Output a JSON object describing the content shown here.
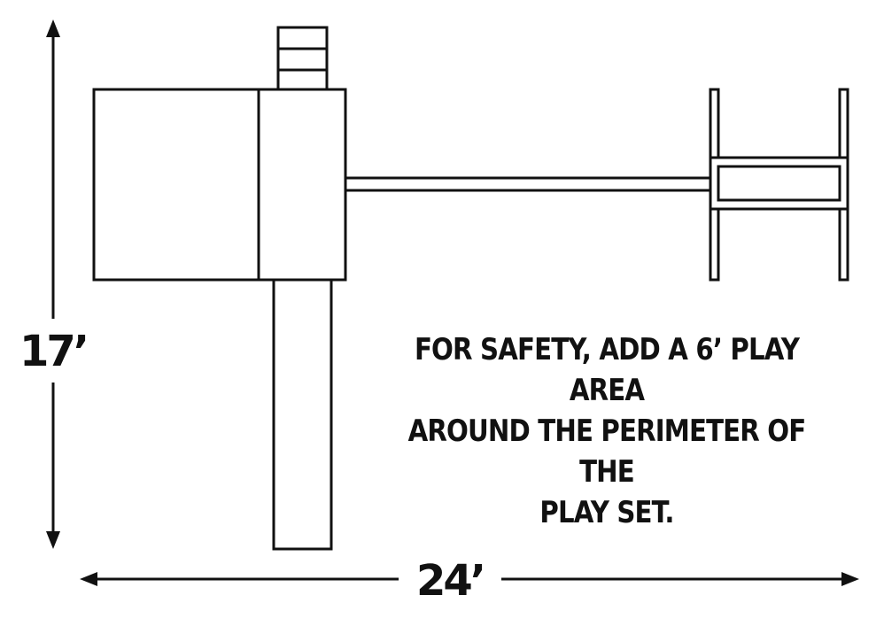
{
  "dimensions": {
    "height_label": "17’",
    "width_label": "24’"
  },
  "note": {
    "line1": "FOR SAFETY, ADD A 6’ PLAY AREA",
    "line2": "AROUND THE PERIMETER OF THE",
    "line3": "PLAY SET."
  },
  "colors": {
    "ink": "#111111",
    "background": "#ffffff"
  }
}
